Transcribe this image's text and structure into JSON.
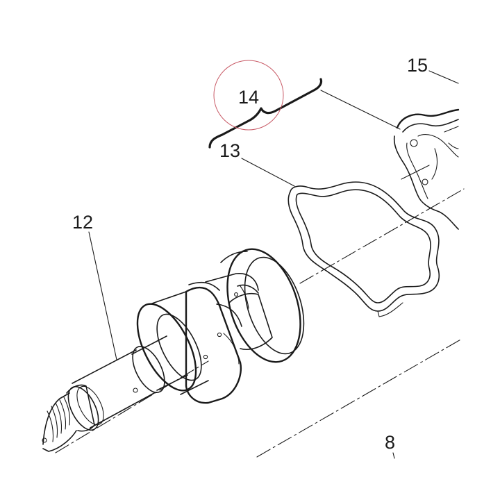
{
  "labels": {
    "part_8": "8",
    "part_12": "12",
    "part_13": "13",
    "part_14": "14",
    "part_15": "15"
  },
  "highlight": {
    "target": "14",
    "color": "#c85a66"
  }
}
